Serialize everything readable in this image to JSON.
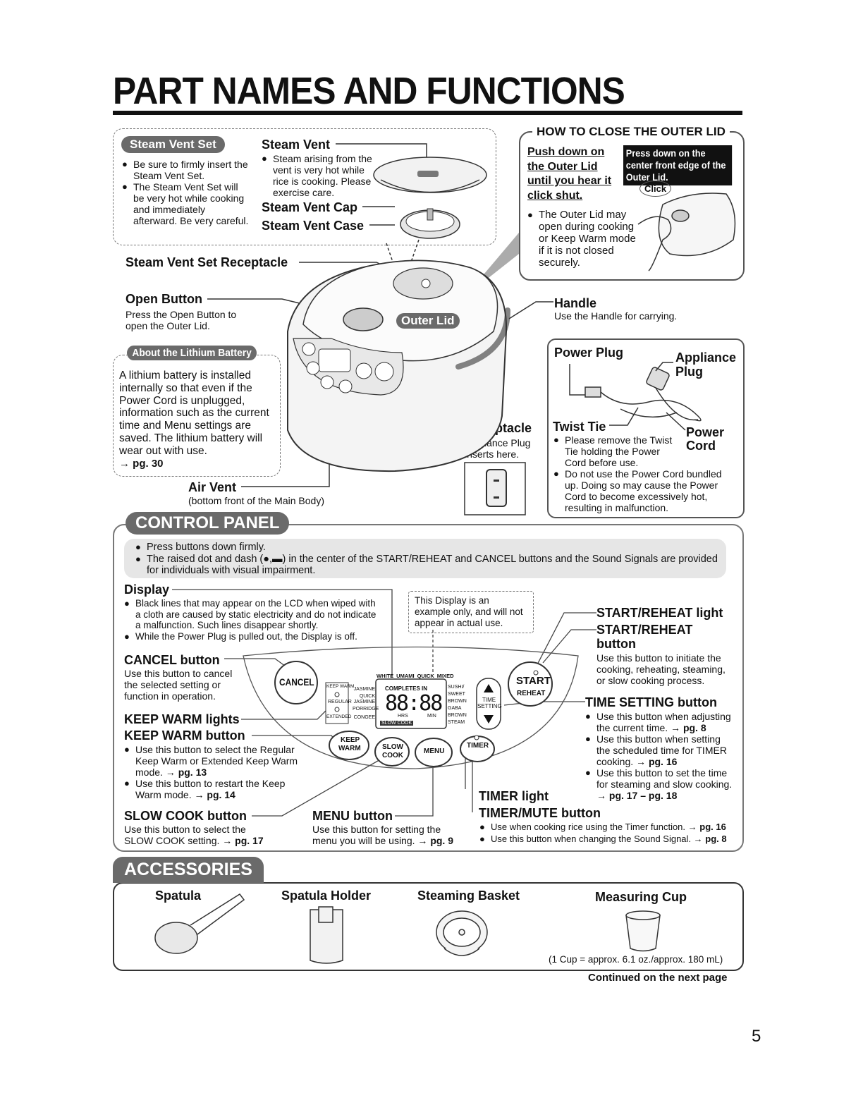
{
  "page": {
    "title": "PART NAMES AND FUNCTIONS",
    "page_number": "5",
    "continued": "Continued on the next page"
  },
  "steam_vent_set": {
    "pill": "Steam Vent Set",
    "bullets": [
      "Be sure to firmly insert the Steam Vent Set.",
      "The Steam Vent Set will be very hot while cooking and immediately afterward. Be very careful."
    ],
    "steam_vent_label": "Steam Vent",
    "steam_vent_note": "Steam arising from the vent is very hot while rice is cooking. Please exercise care.",
    "cap_label": "Steam Vent Cap",
    "case_label": "Steam Vent Case"
  },
  "outer_lid_box": {
    "heading": "HOW TO CLOSE THE OUTER LID",
    "instruction": "Push down on the Outer Lid until you hear it click shut.",
    "callout": "Press down on the center front edge of the Outer Lid.",
    "click": "Click",
    "note": "The Outer Lid may open during cooking or Keep Warm mode if it is not closed securely."
  },
  "body_labels": {
    "receptacle": "Steam Vent Set Receptacle",
    "open_button": "Open Button",
    "open_button_note": "Press the Open Button to open the Outer Lid.",
    "outer_lid": "Outer Lid",
    "handle": "Handle",
    "handle_note": "Use the Handle for carrying.",
    "air_vent": "Air Vent",
    "air_vent_note": "(bottom front of the Main Body)",
    "plug_receptacle": "Plug Receptacle",
    "plug_receptacle_note": "Appliance Plug inserts here."
  },
  "lithium": {
    "pill": "About the Lithium Battery",
    "text": "A lithium battery is installed internally so that even if the Power Cord is unplugged, information such as the current time and Menu settings are saved. The lithium battery will wear out with use.",
    "ref": "→ pg. 30"
  },
  "power_box": {
    "power_plug": "Power Plug",
    "appliance_plug": "Appliance Plug",
    "twist_tie": "Twist Tie",
    "power_cord": "Power Cord",
    "bullets": [
      "Please remove the Twist Tie holding the Power Cord before use.",
      "Do not use the Power Cord bundled up. Doing so may cause the Power Cord to become excessively hot, resulting in malfunction."
    ]
  },
  "control_panel": {
    "pill": "CONTROL PANEL",
    "notes": [
      "Press buttons down firmly.",
      "The raised dot and dash (●,▬) in the center of the START/REHEAT and CANCEL buttons and the Sound Signals are provided for individuals with visual impairment."
    ],
    "display_label": "Display",
    "display_bullets": [
      "Black lines that may appear on the LCD when wiped with a cloth are caused by static electricity and do not indicate a malfunction. Such lines disappear shortly.",
      "While the Power Plug is pulled out, the Display is off."
    ],
    "display_example": "This Display is an example only, and will not appear in actual use.",
    "cancel_label": "CANCEL button",
    "cancel_note": "Use this button to cancel the selected setting or function in operation.",
    "keep_warm_lights": "KEEP WARM lights",
    "keep_warm_button": "KEEP WARM button",
    "keep_warm_bullets": [
      {
        "text": "Use this button to select the Regular Keep Warm or Extended Keep Warm mode. →",
        "ref": "pg. 13"
      },
      {
        "text": "Use this button to restart the Keep Warm mode. →",
        "ref": "pg. 14"
      }
    ],
    "slow_cook_label": "SLOW COOK button",
    "slow_cook_note": "Use this button to select the SLOW COOK setting. →",
    "slow_cook_ref": "pg. 17",
    "menu_label": "MENU button",
    "menu_note": "Use this button for setting the menu you will be using. →",
    "menu_ref": "pg. 9",
    "start_light": "START/REHEAT light",
    "start_button": "START/REHEAT button",
    "start_note": "Use this button to initiate the cooking, reheating, steaming, or slow cooking process.",
    "time_setting_label": "TIME SETTING button",
    "time_setting_bullets": [
      {
        "text": "Use this button when adjusting the current time. →",
        "ref": "pg. 8"
      },
      {
        "text": "Use this button when setting the scheduled time for TIMER cooking. →",
        "ref": "pg. 16"
      },
      {
        "text": "Use this button to set the time for steaming and slow cooking. →",
        "ref": "pg. 17 – pg. 18"
      }
    ],
    "timer_light": "TIMER light",
    "timer_mute": "TIMER/MUTE button",
    "timer_bullets": [
      {
        "text": "Use when cooking rice using the Timer function. →",
        "ref": "pg. 16"
      },
      {
        "text": "Use this button when changing the Sound Signal. →",
        "ref": "pg. 8"
      }
    ],
    "panel": {
      "cancel": "CANCEL",
      "start": "START",
      "reheat": "REHEAT",
      "keep": "KEEP",
      "warm": "WARM",
      "slow": "SLOW",
      "cook": "COOK",
      "menu": "MENU",
      "timer": "TIMER",
      "time": "TIME",
      "setting": "SETTING",
      "kw_keepwarm": "KEEP WARM",
      "kw_regular": "REGULAR",
      "kw_extended": "EXTENDED",
      "top_menus": [
        "WHITE",
        "UMAMI",
        "QUICK",
        "MIXED"
      ],
      "left_menus": [
        "JASMINE",
        "QUICK JASMINE",
        "PORRIDGE",
        "CONGEE"
      ],
      "right_menus": [
        "SUSHI/ SWEET",
        "BROWN",
        "GABA BROWN",
        "STEAM"
      ],
      "completes_in": "COMPLETES IN",
      "digits": "88:88",
      "hrs": "HRS",
      "min": "MIN",
      "slow_cook_tag": "SLOW COOK"
    }
  },
  "accessories": {
    "pill": "ACCESSORIES",
    "items": [
      "Spatula",
      "Spatula Holder",
      "Steaming Basket",
      "Measuring Cup"
    ],
    "cup_note": "(1 Cup = approx. 6.1 oz./approx. 180 mL)"
  }
}
